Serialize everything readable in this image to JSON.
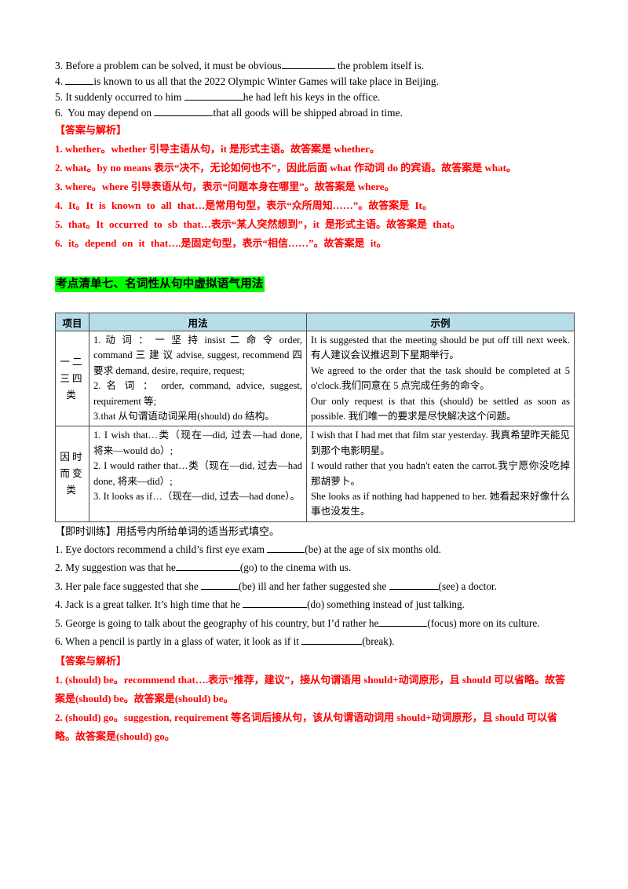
{
  "exercise_top": {
    "questions": [
      {
        "num": "3.",
        "before": " Before a problem can be solved, it must be obvious",
        "after": " the problem itself is.",
        "blank_width": 68
      },
      {
        "num": "4.",
        "before": " ",
        "after": "is known to us all that the 2022 Olympic Winter Games will take place in Beijing.",
        "blank_width": 36
      },
      {
        "num": "5.",
        "before": " It suddenly occurred to him ",
        "after": "he had left his keys in the office.",
        "blank_width": 75
      },
      {
        "num": "6.",
        "before": "  You may depend on ",
        "after": "that all goods will be shipped abroad in time.",
        "blank_width": 75
      }
    ]
  },
  "answers_top": {
    "title": "【答案与解析】",
    "items": [
      "1. whether。whether 引导主语从句，it 是形式主语。故答案是 whether。",
      "2. what。by no means 表示“决不，无论如何也不”，因此后面 what 作动词 do 的宾语。故答案是 what。",
      "3. where。where 引导表语从句，表示“问题本身在哪里”。故答案是 where。",
      "4. It。It is known to all that…是常用句型，表示“众所周知……”。故答案是 It。",
      "5. that。It occurred to sb that…表示“某人突然想到”，it 是形式主语。故答案是 that。",
      "6. it。depend on it that….是固定句型，表示“相信……”。故答案是 it。"
    ]
  },
  "section": {
    "heading": "考点清单七、名词性从句中虚拟语气用法",
    "highlight_color": "#00ff00"
  },
  "table": {
    "headers": [
      "项目",
      "用法",
      "示例"
    ],
    "header_bg": "#b7dde8",
    "rows": [
      {
        "category": "一二三四类",
        "usage": [
          "1. 动 词 ： 一 坚 持 insist 二 命 令 order, command 三 建 议 advise, suggest, recommend 四要求 demand, desire, require, request;",
          "2. 名 词 ： order, command, advice, suggest, requirement 等;",
          "3.that 从句谓语动词采用(should) do 结构。"
        ],
        "examples": [
          "It is suggested that the meeting should be put off till next week. 有人建议会议推迟到下星期举行。",
          "We agreed to the order that the task should be completed at 5 o'clock.我们同意在 5 点完成任务的命令。",
          "Our only request is that this (should) be settled as soon as possible. 我们唯一的要求是尽快解决这个问题。"
        ]
      },
      {
        "category": "因时而变类",
        "usage": [
          "1. I wish that…类（现在—did, 过去—had done, 将来—would do）;",
          "2. I would rather that…类（现在—did, 过去—had done, 将来—did）;",
          "3. It looks as if…（现在—did, 过去—had done）。"
        ],
        "examples": [
          "I wish that I had met that film star yesterday. 我真希望昨天能见到那个电影明星。",
          "I would rather that you hadn't eaten the carrot.我宁愿你没吃掉那胡萝卜。",
          "She looks as if nothing had happened to her. 她看起来好像什么事也没发生。"
        ]
      }
    ]
  },
  "practice": {
    "title": "【即时训练】用括号内所给单词的适当形式填空。",
    "questions": [
      {
        "parts": [
          "1. Eye doctors recommend a child’s first eye exam ",
          "(be) at the age of six months old."
        ],
        "blanks": [
          48
        ]
      },
      {
        "parts": [
          "2. My suggestion was that he",
          "(go) to the cinema with us."
        ],
        "blanks": [
          82
        ]
      },
      {
        "parts": [
          "3. Her pale face suggested that she ",
          "(be) ill and her father suggested she ",
          "(see) a doctor."
        ],
        "blanks": [
          48,
          63
        ]
      },
      {
        "parts": [
          "4. Jack is a great talker. It’s high time that he ",
          "(do) something instead of just talking."
        ],
        "blanks": [
          82
        ]
      },
      {
        "parts": [
          "5. George is going to talk about the geography of his country, but I’d rather he",
          "(focus) more on its culture."
        ],
        "blanks": [
          62
        ]
      },
      {
        "parts": [
          "6. When a pencil is partly in a glass of water, it look as if it ",
          "(break)."
        ],
        "blanks": [
          77
        ]
      }
    ]
  },
  "answers_bottom": {
    "title": "【答案与解析】",
    "items": [
      "1. (should) be。recommend that….表示“推荐，建议”，接从句谓语用 should+动词原形，且 should 可以省略。故答案是(should) be。故答案是(should) be。",
      "2. (should) go。suggestion, requirement 等名词后接从句，该从句谓语动词用 should+动词原形，且 should 可以省略。故答案是(should) go。"
    ]
  }
}
